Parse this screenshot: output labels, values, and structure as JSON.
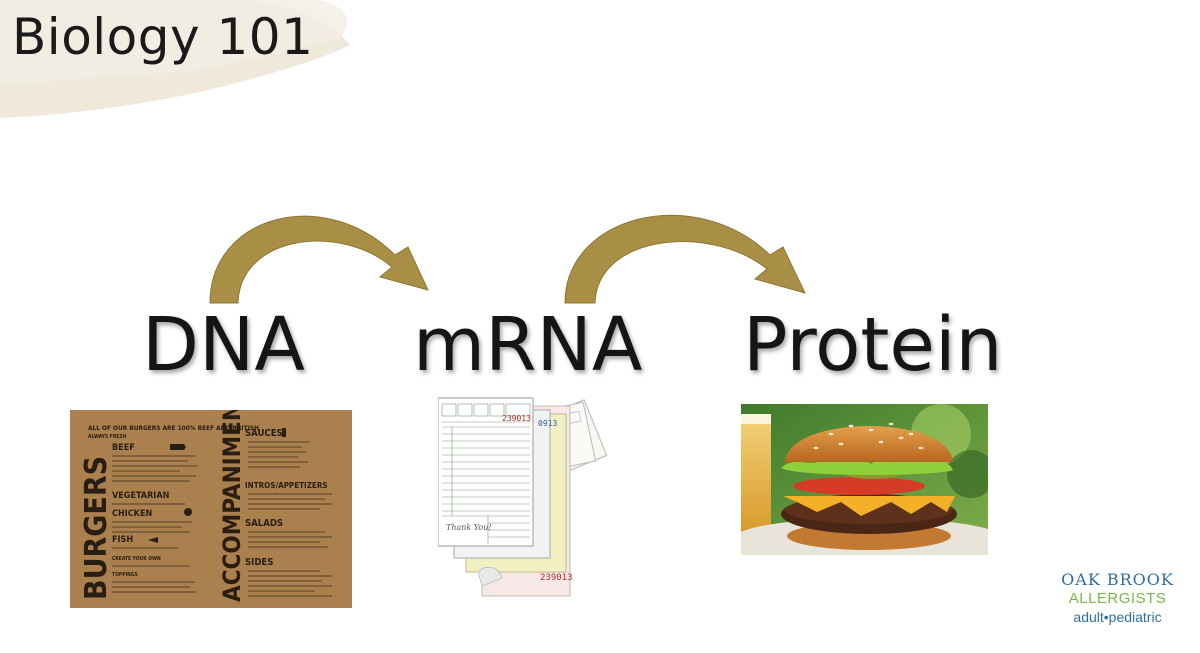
{
  "slide": {
    "title": "Biology 101",
    "labels": {
      "dna": "DNA",
      "mrna": "mRNA",
      "protein": "Protein"
    },
    "colors": {
      "arrow": "#a98f45",
      "brush": "#efe9dc",
      "kraft": "#a57a4b",
      "logo_blue": "#2f6fa0",
      "logo_green": "#7ab648"
    }
  },
  "menu": {
    "header": "ALL OF OUR BURGERS ARE 100% BEEF AND BRITISH",
    "tagline": "ALWAYS FRESH",
    "burgers": "BURGERS",
    "accompaniments": "ACCOMPANIMENTS",
    "beef": "BEEF",
    "vegetarian": "VEGETARIAN",
    "chicken": "CHICKEN",
    "fish": "FISH",
    "create": "CREATE YOUR OWN",
    "toppings": "TOPPINGS",
    "sauces": "SAUCES",
    "intros": "INTROS/APPETIZERS",
    "salads": "SALADS",
    "sides": "SIDES"
  },
  "ticket": {
    "number_front": "239013",
    "number_side": "0913",
    "thanks": "Thank You!",
    "number_bottom": "239013"
  },
  "logo": {
    "line1": "OAK BROOK",
    "line2": "ALLERGISTS",
    "line3": "adult•pediatric"
  }
}
